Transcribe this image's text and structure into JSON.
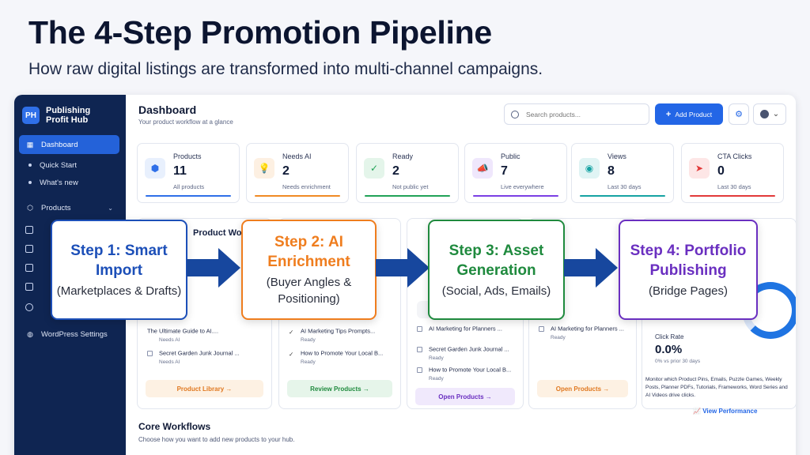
{
  "headline": "The 4-Step Promotion Pipeline",
  "subhead": "How raw digital listings are transformed into multi-channel campaigns.",
  "sidebar": {
    "logo": "PH",
    "brand": "Publishing Profit Hub",
    "items": [
      {
        "label": "Dashboard",
        "icon": "grid-icon"
      },
      {
        "label": "Quick Start"
      },
      {
        "label": "What's new"
      },
      {
        "label": "Products",
        "icon": "box-icon"
      },
      {
        "label": "WordPress Settings",
        "icon": "wordpress-icon"
      }
    ]
  },
  "header": {
    "title": "Dashboard",
    "subtitle": "Your product workflow at a glance",
    "search_placeholder": "Search products...",
    "add_label": "Add Product"
  },
  "stats": [
    {
      "label": "Products",
      "value": "11",
      "sub": "All products",
      "color": "#2f6fe8",
      "icon": "cube-icon"
    },
    {
      "label": "Needs AI",
      "value": "2",
      "sub": "Needs enrichment",
      "color": "#f08a24",
      "icon": "bulb-icon"
    },
    {
      "label": "Ready",
      "value": "2",
      "sub": "Not public yet",
      "color": "#21a257",
      "icon": "check-icon"
    },
    {
      "label": "Public",
      "value": "7",
      "sub": "Live everywhere",
      "color": "#7b3fe4",
      "icon": "megaphone-icon"
    },
    {
      "label": "Views",
      "value": "8",
      "sub": "Last 30 days",
      "color": "#16a3a3",
      "icon": "eye-icon"
    },
    {
      "label": "CTA Clicks",
      "value": "0",
      "sub": "Last 30 days",
      "color": "#e23a3a",
      "icon": "cursor-icon"
    }
  ],
  "panels": {
    "workflow_title": "Product Workflo",
    "p1_rows": [
      {
        "title": "The Ultimate Guide to AI....",
        "status": "Needs AI"
      },
      {
        "title": "Secret Garden Junk Journal ...",
        "status": "Needs AI"
      }
    ],
    "p1_button": "Product Library →",
    "p2_rows": [
      {
        "title": "AI Marketing Tips Prompts...",
        "status": "Ready"
      },
      {
        "title": "How to Promote Your Local B...",
        "status": "Ready"
      }
    ],
    "p2_button": "Review Products →",
    "p3_rows": [
      {
        "title": "AI Marketing for Planners ...",
        "status": "Ready"
      },
      {
        "title": "Secret Garden Junk Journal ...",
        "status": "Ready"
      },
      {
        "title": "How to Promote Your Local B...",
        "status": "Ready"
      }
    ],
    "p3_button": "Open Products →",
    "p4_rows": [
      {
        "title": "AI Marketing for Planners ...",
        "status": "Ready"
      }
    ],
    "p4_button": "Open Products →",
    "click_rate_label": "Click Rate",
    "click_rate_value": "0.0%",
    "click_rate_sub": "0% vs prior 30 days",
    "monitor_text": "Monitor which Product Pins, Emails, Puzzle Games, Weekly Posts, Planner PDFs, Tutorials, Frameworks, Word Series and AI Videos drive clicks.",
    "view_perf": "View Performance"
  },
  "core": {
    "title": "Core Workflows",
    "subtitle": "Choose how you want to add new products to your hub."
  },
  "steps": [
    {
      "title": "Step 1: Smart Import",
      "desc": "(Marketplaces & Drafts)",
      "color": "#1c4fb8"
    },
    {
      "title": "Step 2: AI Enrichment",
      "desc": "(Buyer Angles & Positioning)",
      "color": "#ef7d1e"
    },
    {
      "title": "Step 3: Asset Generation",
      "desc": "(Social, Ads, Emails)",
      "color": "#1f8a3e"
    },
    {
      "title": "Step 4: Portfolio Publishing",
      "desc": "(Bridge Pages)",
      "color": "#6a2fc0"
    }
  ],
  "arrow_color": "#17479e"
}
